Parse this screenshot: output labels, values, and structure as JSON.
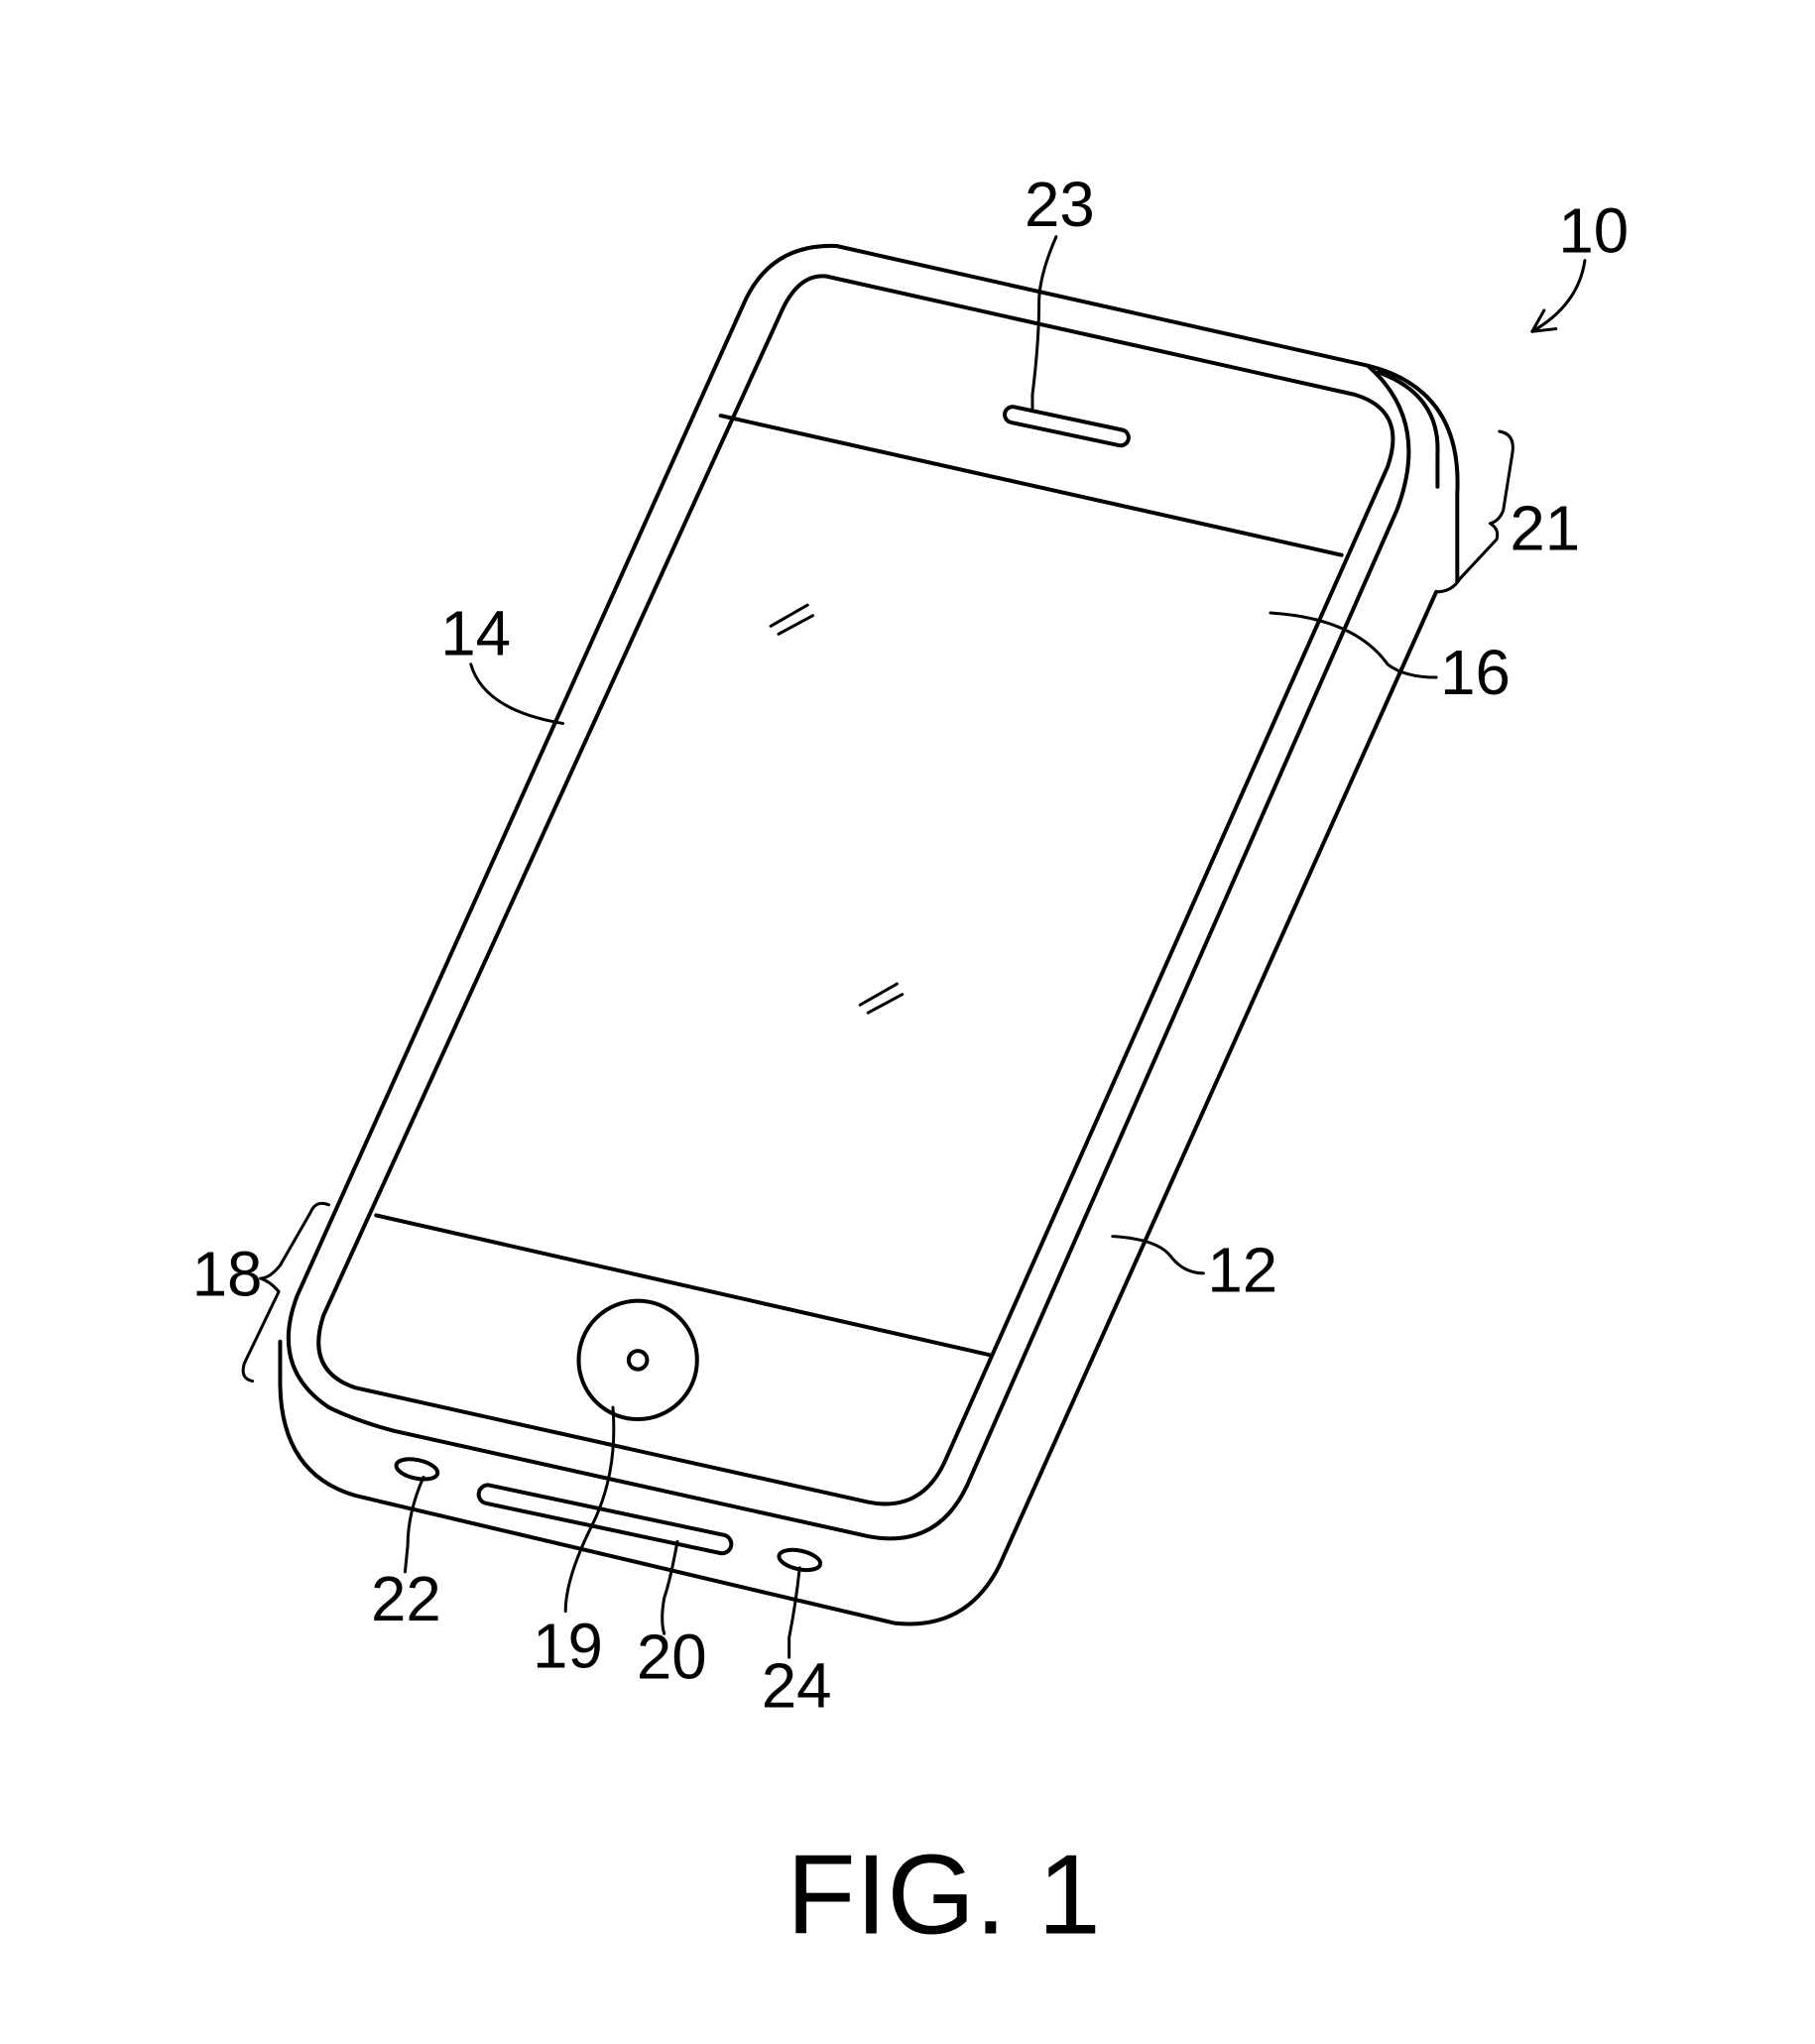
{
  "figure": {
    "caption": "FIG. 1",
    "labels": {
      "device": "10",
      "housing": "12",
      "bezel": "14",
      "display": "16",
      "bottom_region": "18",
      "home_button": "19",
      "port": "20",
      "top_region": "21",
      "left_opening": "22",
      "earpiece": "23",
      "right_opening": "24"
    }
  }
}
